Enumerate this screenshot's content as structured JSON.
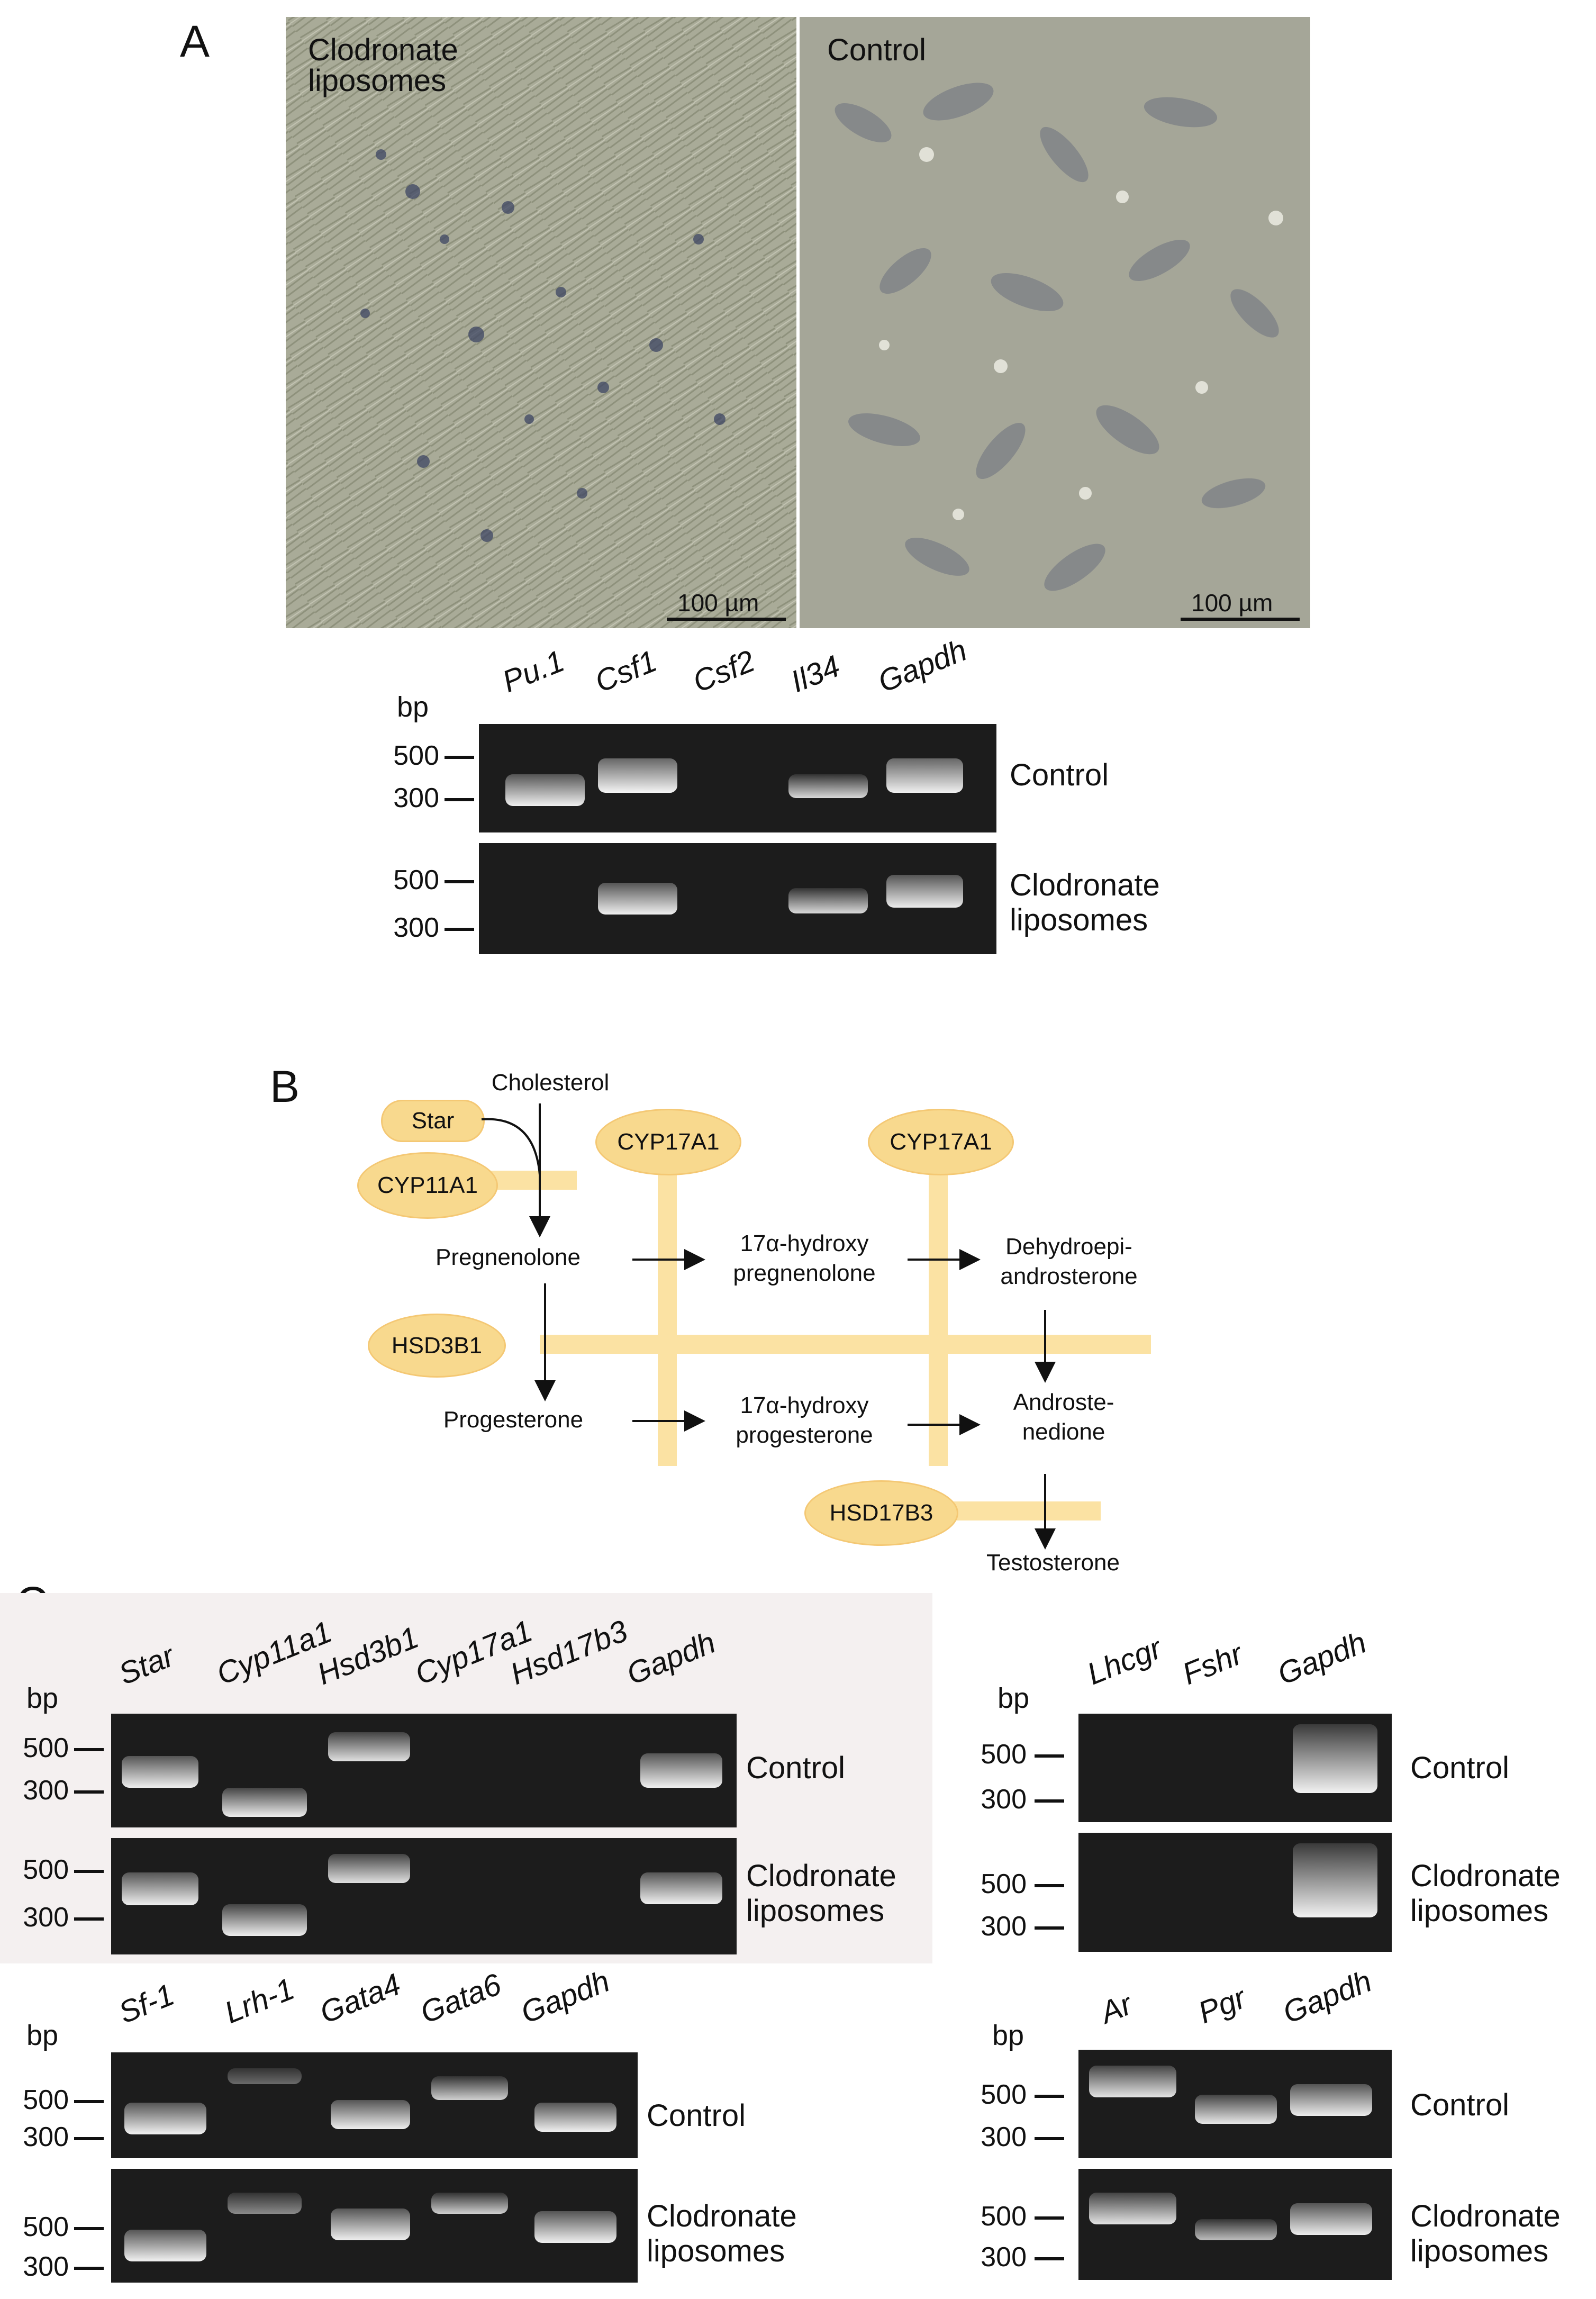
{
  "panel_a": {
    "letter": "A",
    "micrographs": [
      {
        "label": "Clodronate\nliposomes",
        "scale": "100 µm"
      },
      {
        "label": "Control",
        "scale": "100 µm"
      }
    ],
    "gel": {
      "bp_header": "bp",
      "markers": [
        "500",
        "300"
      ],
      "lanes": [
        "Pu.1",
        "Csf1",
        "Csf2",
        "Il34",
        "Gapdh"
      ],
      "conditions": [
        "Control",
        "Clodronate\nliposomes"
      ]
    }
  },
  "panel_b": {
    "letter": "B",
    "enzymes": [
      "Star",
      "CYP11A1",
      "CYP17A1",
      "CYP17A1",
      "HSD3B1",
      "HSD17B3"
    ],
    "metabolites": [
      "Cholesterol",
      "Pregnenolone",
      "17α-hydroxy\npregnenolone",
      "Dehydroepi-\nandrosterone",
      "Progesterone",
      "17α-hydroxy\nprogesterone",
      "Androste-\nnedione",
      "Testosterone"
    ]
  },
  "panel_c": {
    "letter": "C",
    "gel1": {
      "bp_header": "bp",
      "markers": [
        "500",
        "300"
      ],
      "lanes": [
        "Star",
        "Cyp11a1",
        "Hsd3b1",
        "Cyp17a1",
        "Hsd17b3",
        "Gapdh"
      ],
      "conditions": [
        "Control",
        "Clodronate\nliposomes"
      ]
    },
    "gel2": {
      "bp_header": "bp",
      "markers": [
        "500",
        "300"
      ],
      "lanes": [
        "Lhcgr",
        "Fshr",
        "Gapdh"
      ],
      "conditions": [
        "Control",
        "Clodronate\nliposomes"
      ]
    },
    "gel3": {
      "bp_header": "bp",
      "markers": [
        "500",
        "300"
      ],
      "lanes": [
        "Sf-1",
        "Lrh-1",
        "Gata4",
        "Gata6",
        "Gapdh"
      ],
      "conditions": [
        "Control",
        "Clodronate\nliposomes"
      ]
    },
    "gel4": {
      "bp_header": "bp",
      "markers": [
        "500",
        "300"
      ],
      "lanes": [
        "Ar",
        "Pgr",
        "Gapdh"
      ],
      "conditions": [
        "Control",
        "Clodronate\nliposomes"
      ]
    }
  },
  "colors": {
    "enzyme_fill": "#f8d98e",
    "pathway_bar": "#fbe2a3",
    "gel_bg": "#1c1c1c",
    "band": "#f2f2f2"
  }
}
